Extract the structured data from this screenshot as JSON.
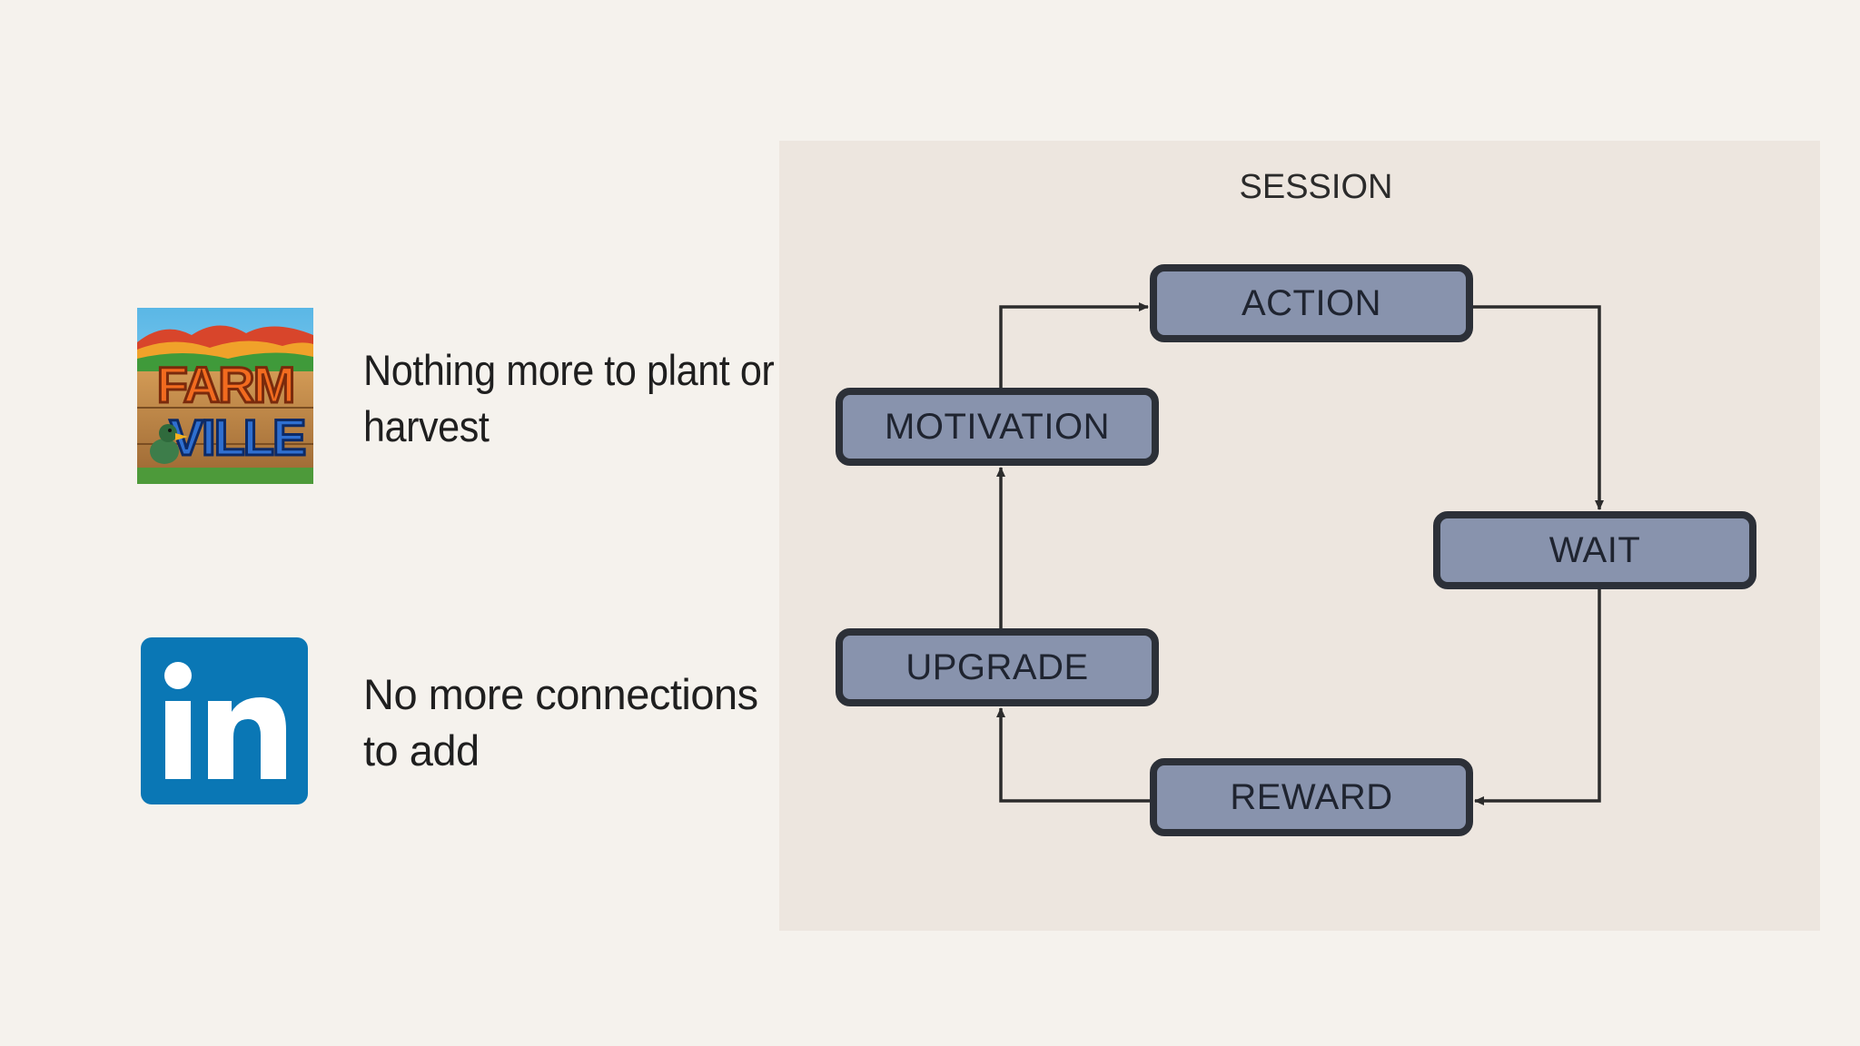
{
  "examples": [
    {
      "logo": "farmville-logo",
      "caption_lines": [
        "Nothing more to plant or",
        "harvest"
      ]
    },
    {
      "logo": "linkedin-logo",
      "caption_lines": [
        "No more connections",
        "to add"
      ]
    }
  ],
  "logos": {
    "farmville": {
      "line1": "FARM",
      "line2": "VILLE"
    },
    "linkedin": {
      "text": "in",
      "color": "#0a77b5"
    }
  },
  "diagram": {
    "title": "SESSION",
    "nodes": {
      "action": "ACTION",
      "motivation": "MOTIVATION",
      "wait": "WAIT",
      "upgrade": "UPGRADE",
      "reward": "REWARD"
    },
    "edges": [
      {
        "from": "motivation",
        "to": "action"
      },
      {
        "from": "action",
        "to": "wait"
      },
      {
        "from": "wait",
        "to": "reward"
      },
      {
        "from": "reward",
        "to": "upgrade"
      },
      {
        "from": "upgrade",
        "to": "motivation"
      }
    ],
    "colors": {
      "panel": "#ede6df",
      "node_fill": "#8893ad",
      "node_border": "#2c3038",
      "arrow": "#2c2c2c"
    }
  }
}
